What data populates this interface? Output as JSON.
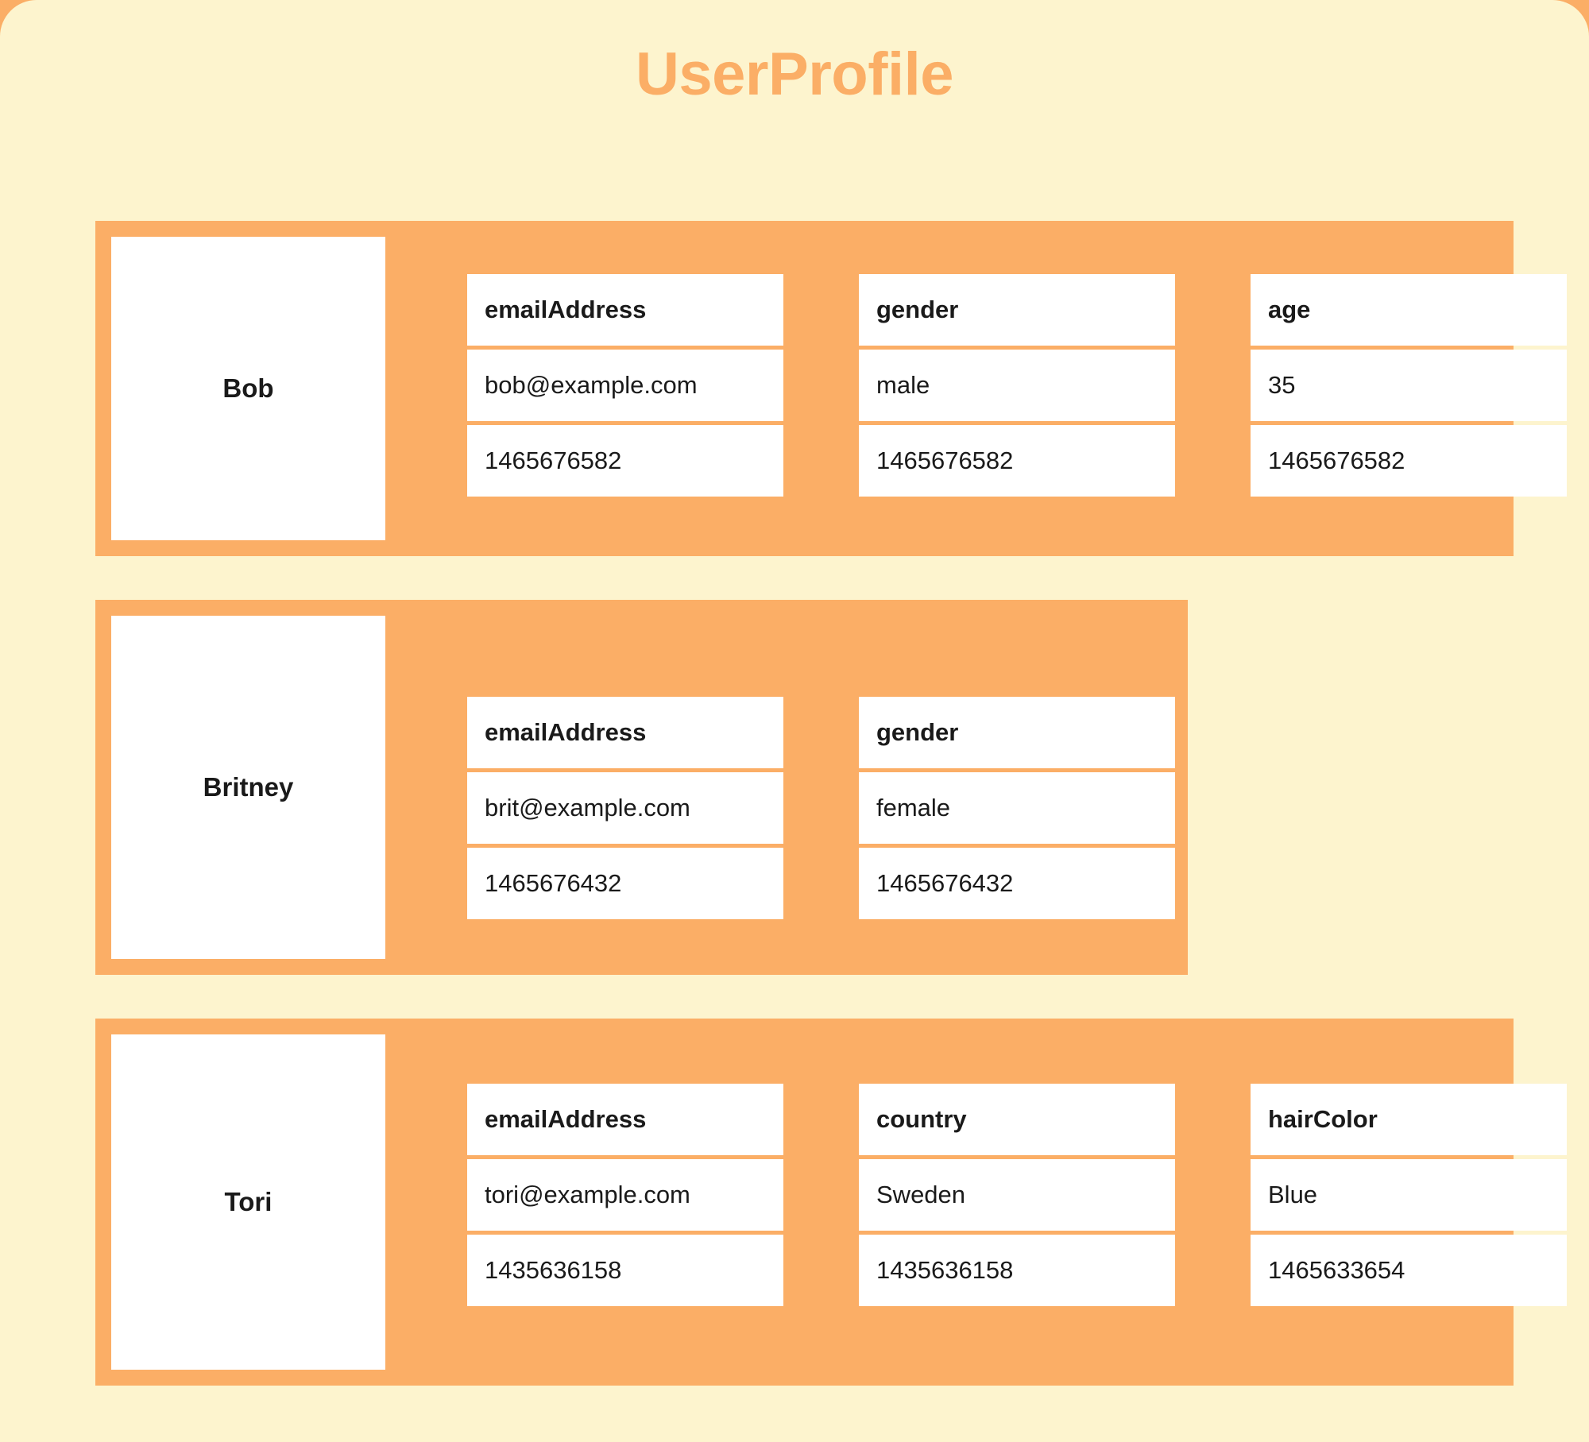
{
  "title": "UserProfile",
  "colors": {
    "page_background": "#FDF4CE",
    "accent_orange": "#FBAE66",
    "cell_background": "#FFFFFF",
    "text": "#1A1A1A"
  },
  "profiles": [
    {
      "name": "Bob",
      "fields": [
        {
          "key": "emailAddress",
          "value": "bob@example.com",
          "timestamp": "1465676582"
        },
        {
          "key": "gender",
          "value": "male",
          "timestamp": "1465676582"
        },
        {
          "key": "age",
          "value": "35",
          "timestamp": "1465676582"
        }
      ]
    },
    {
      "name": "Britney",
      "fields": [
        {
          "key": "emailAddress",
          "value": "brit@example.com",
          "timestamp": "1465676432"
        },
        {
          "key": "gender",
          "value": "female",
          "timestamp": "1465676432"
        }
      ]
    },
    {
      "name": "Tori",
      "fields": [
        {
          "key": "emailAddress",
          "value": "tori@example.com",
          "timestamp": "1435636158"
        },
        {
          "key": "country",
          "value": "Sweden",
          "timestamp": "1435636158"
        },
        {
          "key": "hairColor",
          "value": "Blue",
          "timestamp": "1465633654"
        }
      ]
    }
  ]
}
